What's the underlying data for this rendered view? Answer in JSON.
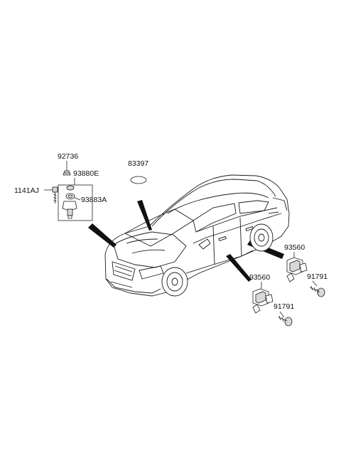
{
  "labels": {
    "p92736": "92736",
    "p93880E": "93880E",
    "p1141AJ": "1141AJ",
    "p93883A": "93883A",
    "p83397": "83397",
    "p93560_right": "93560",
    "p91791_right": "91791",
    "p93560_left": "93560",
    "p91791_left": "91791"
  }
}
